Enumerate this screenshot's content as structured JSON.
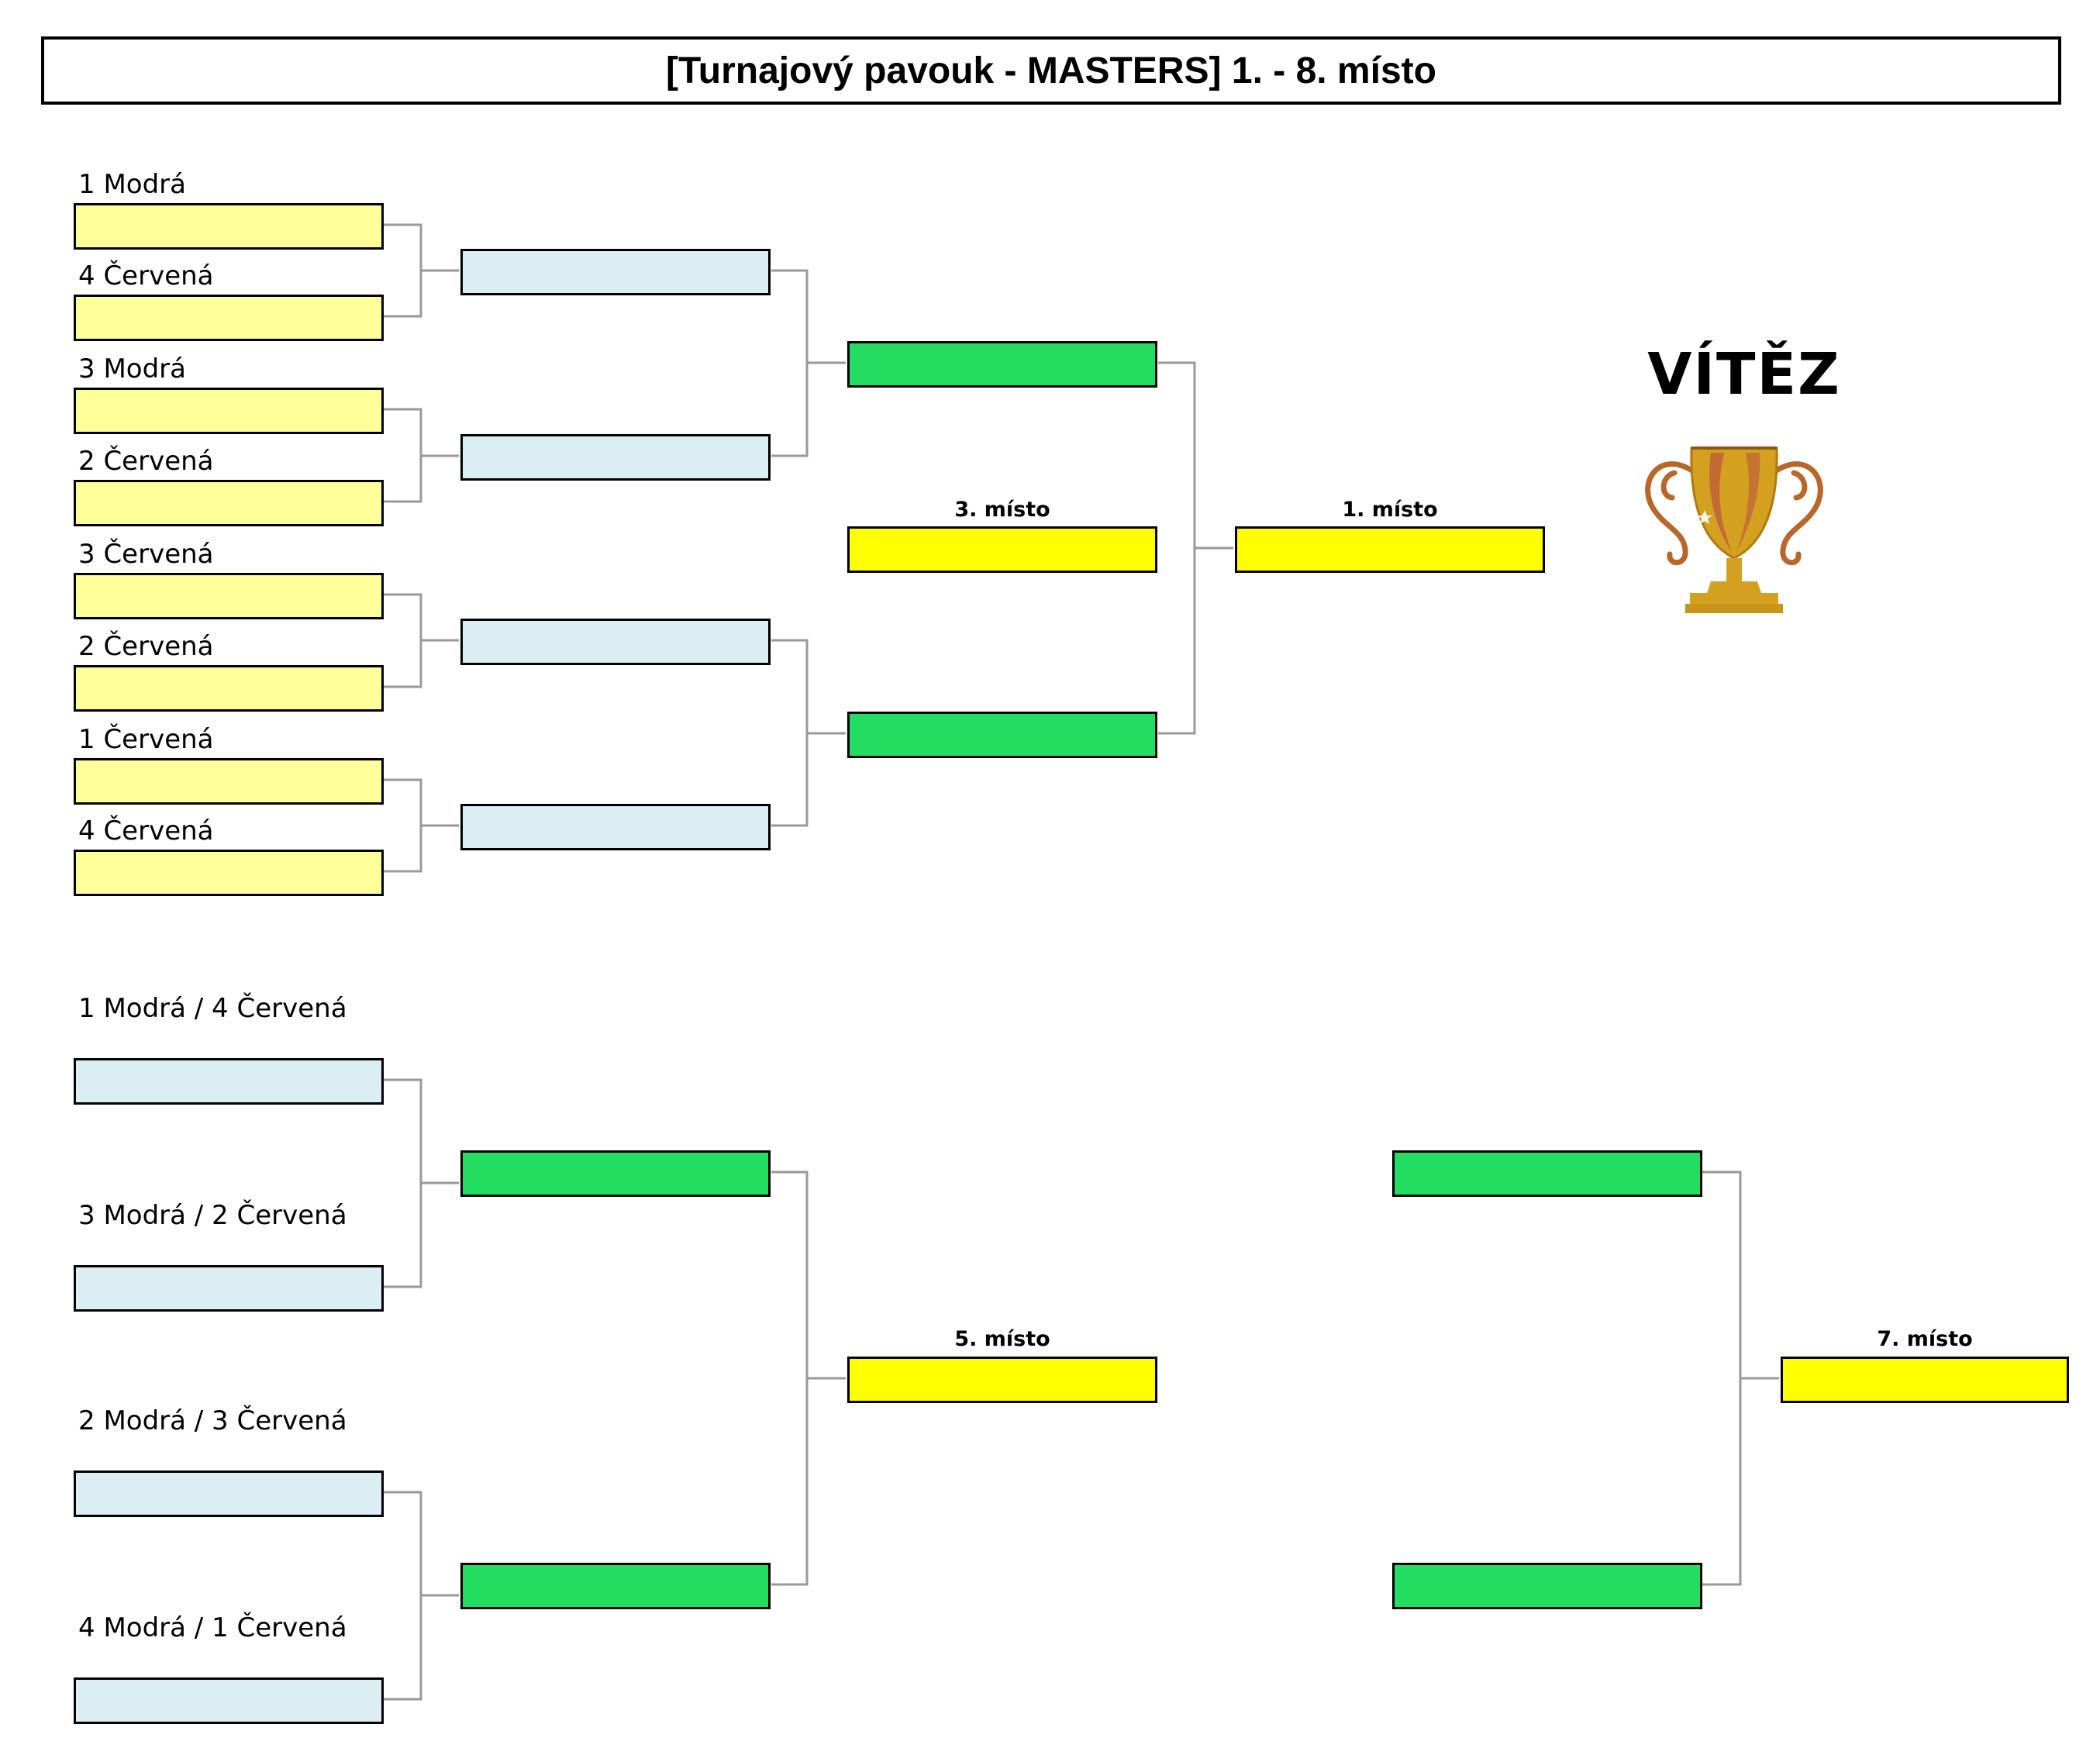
{
  "title": "[Turnajový pavouk - MASTERS] 1. - 8. místo",
  "winner_label": "VÍTĚZ",
  "colors": {
    "seed_fill": "#ffff99",
    "quarterfinal_fill": "#daeef3",
    "semifinal_fill": "#22dd60",
    "final_fill": "#ffff00",
    "connector": "#999999"
  },
  "icons": {
    "trophy": "trophy-icon"
  },
  "main_bracket": {
    "seeds": [
      {
        "label": "1 Modrá"
      },
      {
        "label": "4 Červená"
      },
      {
        "label": "3 Modrá"
      },
      {
        "label": "2 Červená"
      },
      {
        "label": "3 Červená"
      },
      {
        "label": "2 Červená"
      },
      {
        "label": "1 Červená"
      },
      {
        "label": "4 Červená"
      }
    ],
    "third_place_label": "3. místo",
    "first_place_label": "1. místo"
  },
  "placement_bracket": {
    "pairs": [
      {
        "label": "1 Modrá / 4 Červená"
      },
      {
        "label": "3 Modrá / 2 Červená"
      },
      {
        "label": "2 Modrá / 3 Červená"
      },
      {
        "label": "4 Modrá / 1 Červená"
      }
    ],
    "fifth_place_label": "5. místo",
    "seventh_place_label": "7. místo"
  }
}
